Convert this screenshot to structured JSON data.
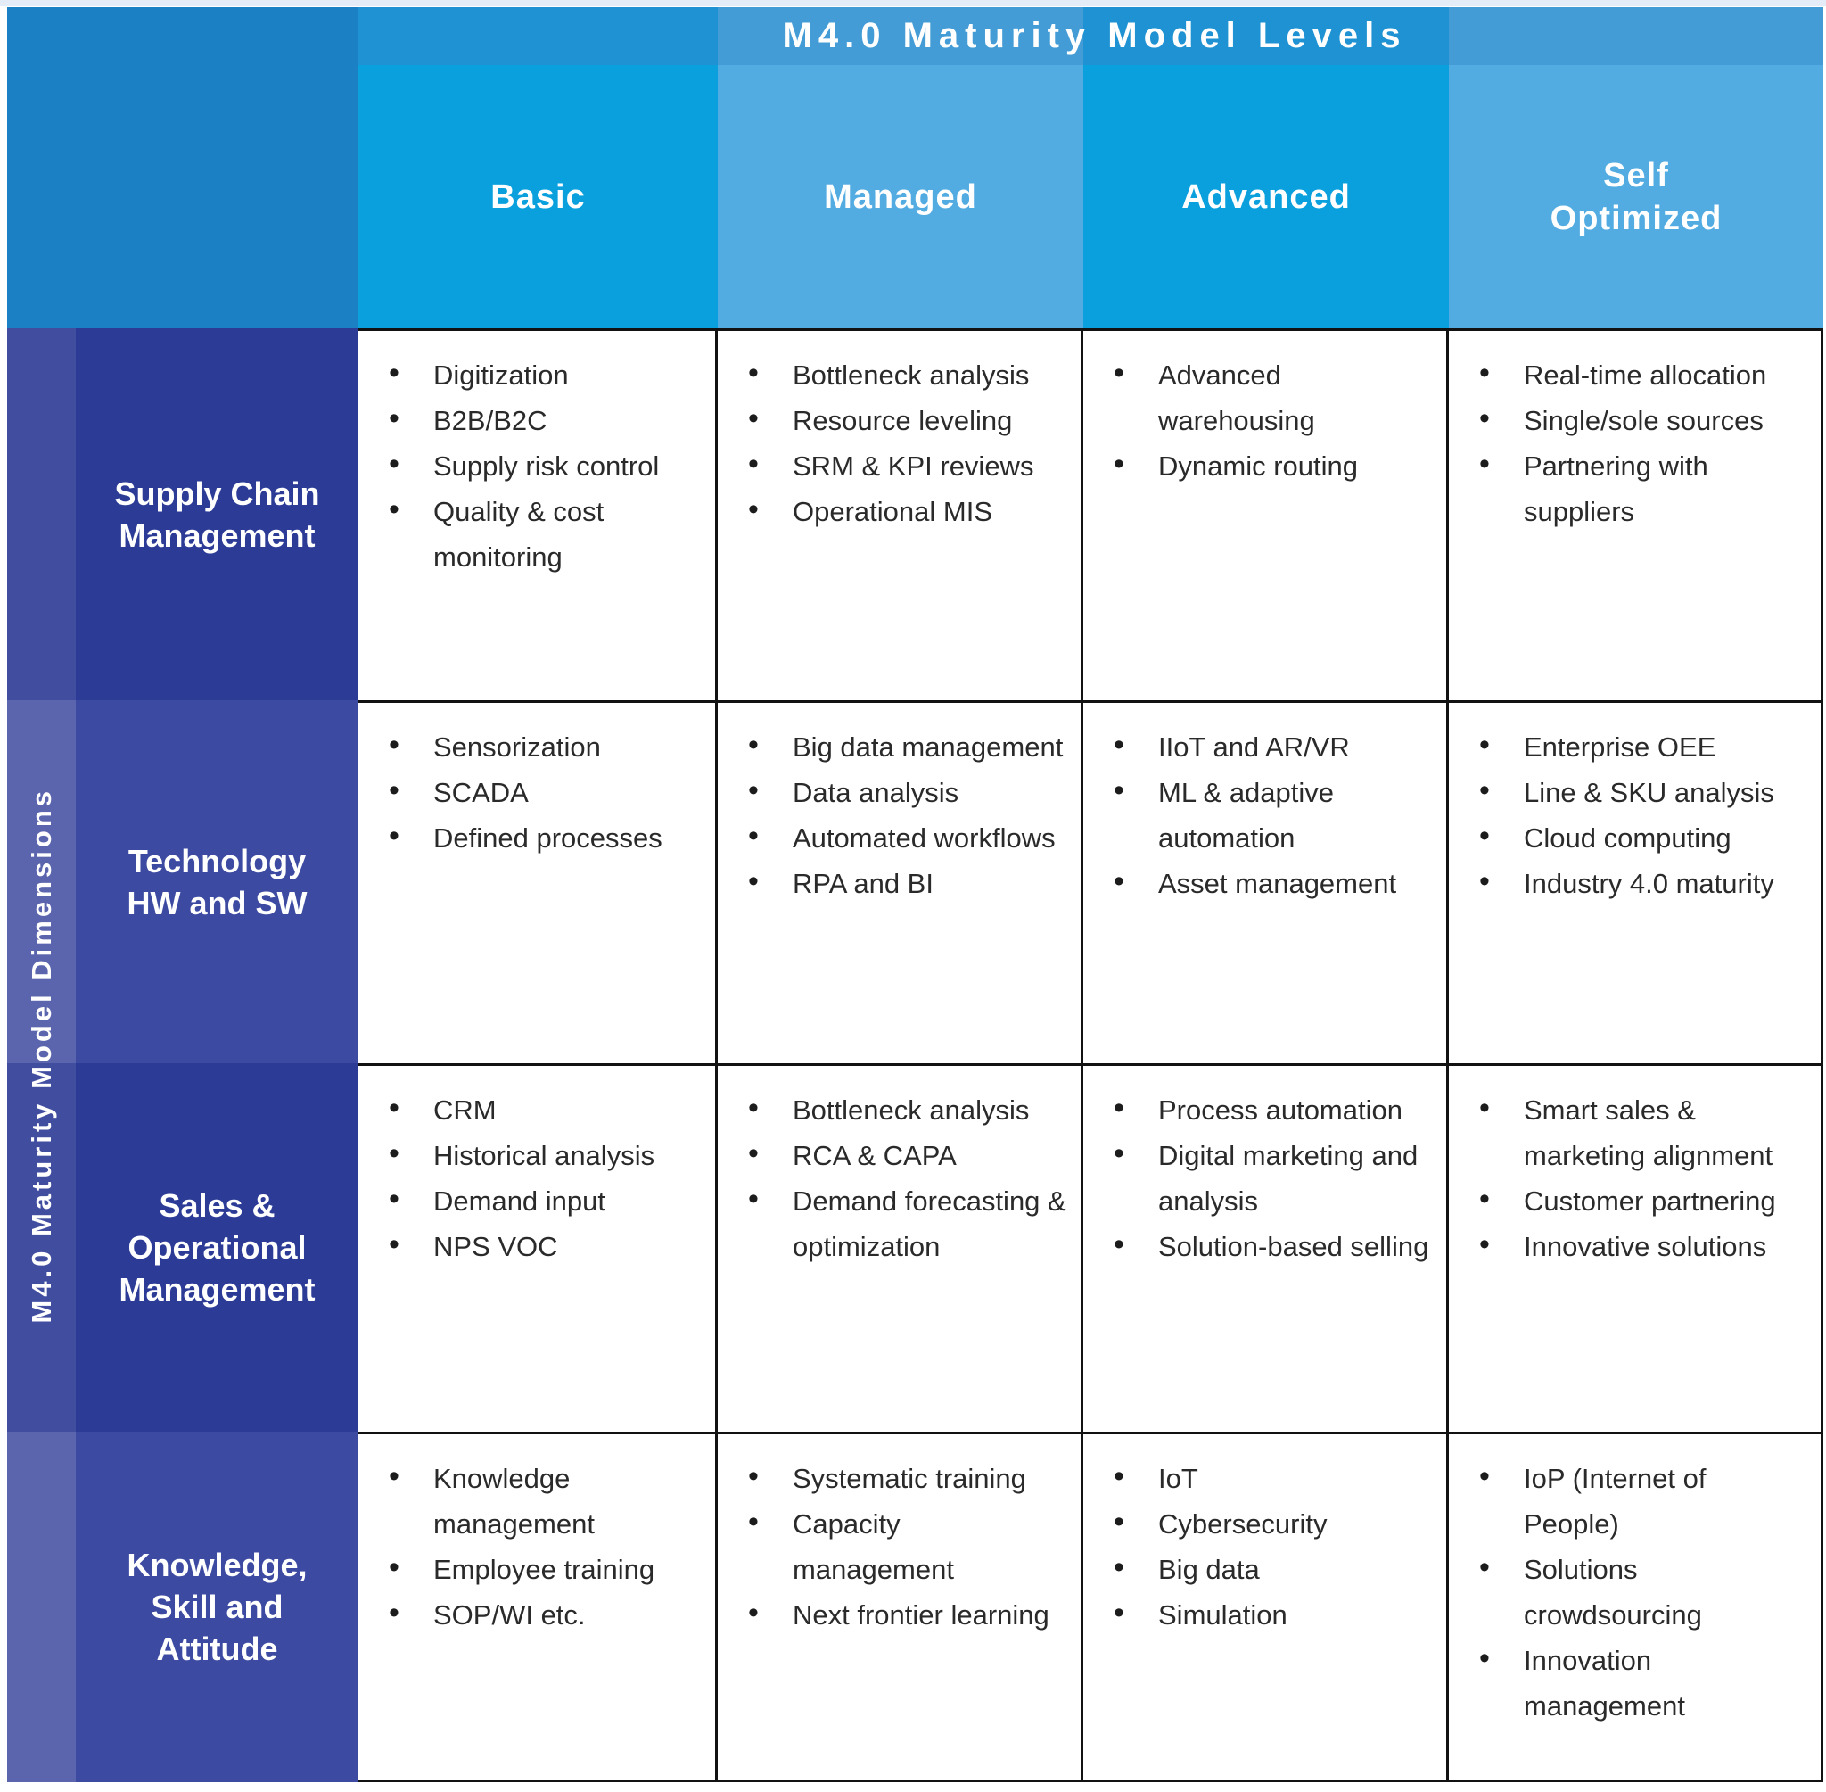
{
  "title": "M4.0 Maturity Model Levels",
  "side_label": "M4.0 Maturity Model Dimensions",
  "columns": [
    {
      "label": "Basic",
      "tone": "dark"
    },
    {
      "label": "Managed",
      "tone": "light"
    },
    {
      "label": "Advanced",
      "tone": "dark"
    },
    {
      "label": "Self Optimized",
      "tone": "light"
    }
  ],
  "rows": [
    {
      "label": "Supply Chain Management",
      "tone": "dark",
      "cells": [
        [
          "Digitization",
          "B2B/B2C",
          "Supply risk control",
          "Quality & cost monitoring"
        ],
        [
          "Bottleneck analysis",
          "Resource leveling",
          "SRM & KPI reviews",
          "Operational MIS"
        ],
        [
          "Advanced warehousing",
          "Dynamic routing"
        ],
        [
          "Real-time allocation",
          "Single/sole sources",
          "Partnering with suppliers"
        ]
      ]
    },
    {
      "label": "Technology HW and SW",
      "tone": "light",
      "cells": [
        [
          "Sensorization",
          "SCADA",
          "Defined processes"
        ],
        [
          "Big data management",
          "Data analysis",
          "Automated workflows",
          "RPA and BI"
        ],
        [
          "IIoT and AR/VR",
          "ML & adaptive automation",
          "Asset management"
        ],
        [
          "Enterprise OEE",
          "Line & SKU analysis",
          "Cloud computing",
          "Industry 4.0 maturity"
        ]
      ]
    },
    {
      "label": "Sales & Operational Management",
      "tone": "dark",
      "cells": [
        [
          "CRM",
          "Historical analysis",
          "Demand input",
          "NPS VOC"
        ],
        [
          "Bottleneck analysis",
          "RCA & CAPA",
          "Demand forecasting & optimization"
        ],
        [
          "Process automation",
          "Digital marketing and analysis",
          "Solution-based selling"
        ],
        [
          "Smart sales & marketing alignment",
          "Customer partnering",
          "Innovative solutions"
        ]
      ]
    },
    {
      "label": "Knowledge, Skill and Attitude",
      "tone": "light",
      "cells": [
        [
          "Knowledge management",
          "Employee training",
          "SOP/WI etc."
        ],
        [
          "Systematic training",
          "Capacity management",
          "Next frontier learning"
        ],
        [
          "IoT",
          "Cybersecurity",
          "Big data",
          "Simulation"
        ],
        [
          "IoP (Internet of People)",
          "Solutions crowdsourcing",
          "Innovation management"
        ]
      ]
    }
  ],
  "colors": {
    "corner": "#1B80C4",
    "col_dark_title": "#1E92D2",
    "col_light_title": "#449CD6",
    "col_dark_header": "#0AA0DD",
    "col_light_header": "#52ABE1",
    "row_dark": "#2B3B96",
    "row_light": "#3C4BA1",
    "strip_dark": "#414EA0",
    "strip_light": "#5A65AE",
    "grid_line": "#121212",
    "text": "#2A2A2A",
    "top_strip": "#E4ECF7"
  }
}
